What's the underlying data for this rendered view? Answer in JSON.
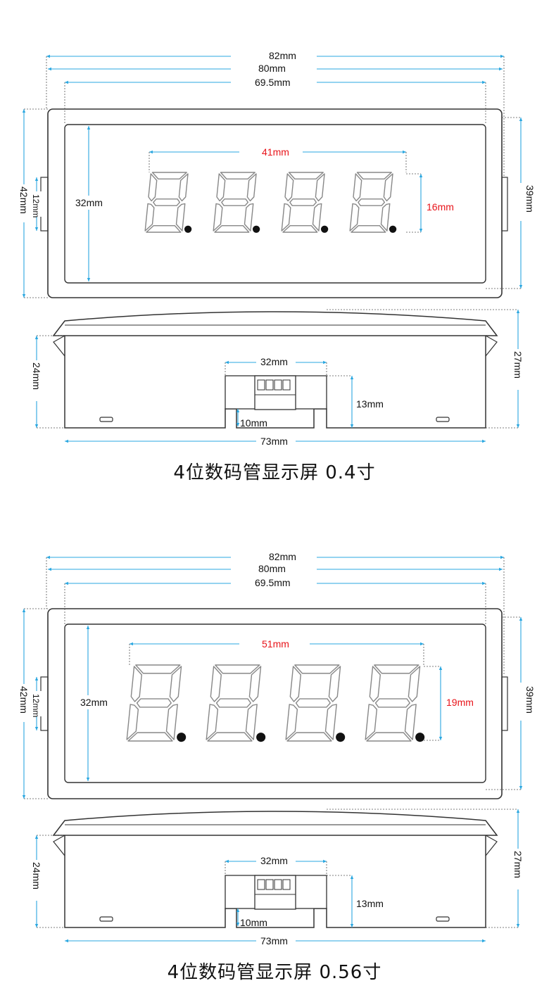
{
  "diagram": {
    "accent_color": "#2aa7e0",
    "highlight_color": "#e8141a",
    "panels": [
      {
        "title": "4位数码管显示屏 0.4寸",
        "front": {
          "width_outer": "82mm",
          "width_body": "80mm",
          "width_window": "69.5mm",
          "digits_width": "41mm",
          "digit_height": "16mm",
          "window_height": "32mm",
          "height_outer": "42mm",
          "clip_height": "12mm",
          "height_body": "39mm"
        },
        "side": {
          "connector_width": "32mm",
          "height_left": "24mm",
          "height_right": "27mm",
          "connector_height": "13mm",
          "foot_height": "10mm",
          "base_width": "73mm"
        }
      },
      {
        "title": "4位数码管显示屏 0.56寸",
        "front": {
          "width_outer": "82mm",
          "width_body": "80mm",
          "width_window": "69.5mm",
          "digits_width": "51mm",
          "digit_height": "19mm",
          "window_height": "32mm",
          "height_outer": "42mm",
          "clip_height": "12mm",
          "height_body": "39mm"
        },
        "side": {
          "connector_width": "32mm",
          "height_left": "24mm",
          "height_right": "27mm",
          "connector_height": "13mm",
          "foot_height": "10mm",
          "base_width": "73mm"
        }
      }
    ]
  }
}
